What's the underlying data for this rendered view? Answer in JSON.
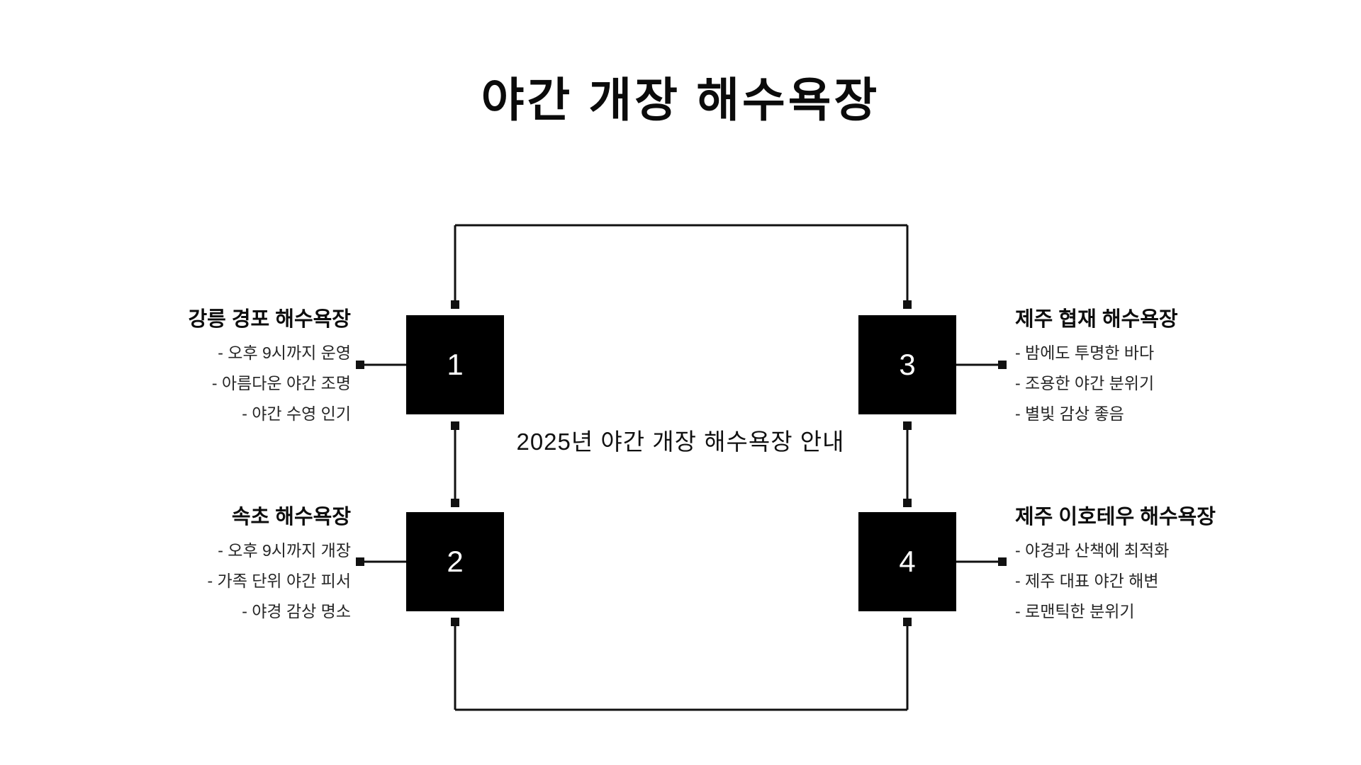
{
  "title": "야간 개장 해수욕장",
  "center_caption": "2025년 야간 개장 해수욕장 안내",
  "colors": {
    "box_fill": "#000000",
    "box_text": "#ffffff",
    "line": "#111111",
    "background": "#ffffff"
  },
  "nodes": [
    {
      "number": "1",
      "side": "left"
    },
    {
      "number": "2",
      "side": "left"
    },
    {
      "number": "3",
      "side": "right"
    },
    {
      "number": "4",
      "side": "right"
    }
  ],
  "labels": [
    {
      "title": "강릉 경포 해수욕장",
      "bullets": [
        "- 오후 9시까지 운영",
        "- 아름다운 야간 조명",
        "- 야간 수영 인기"
      ]
    },
    {
      "title": "속초 해수욕장",
      "bullets": [
        "- 오후 9시까지 개장",
        "- 가족 단위 야간 피서",
        "- 야경 감상 명소"
      ]
    },
    {
      "title": "제주 협재 해수욕장",
      "bullets": [
        "- 밤에도 투명한 바다",
        "- 조용한 야간 분위기",
        "- 별빛 감상 좋음"
      ]
    },
    {
      "title": "제주 이호테우 해수욕장",
      "bullets": [
        "- 야경과 산책에 최적화",
        "- 제주 대표 야간 해변",
        "- 로맨틱한 분위기"
      ]
    }
  ]
}
